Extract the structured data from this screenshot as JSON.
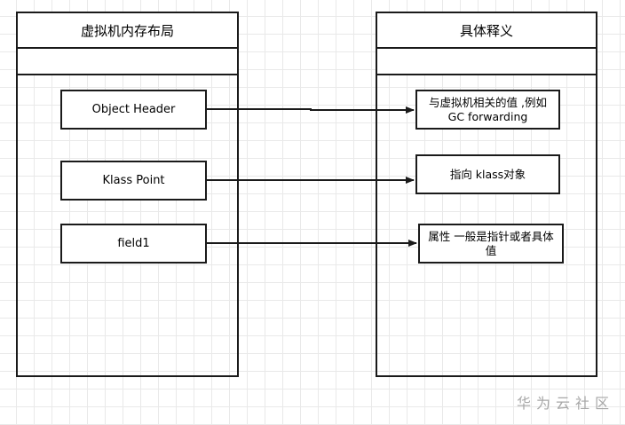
{
  "left_panel": {
    "title": "虚拟机内存布局",
    "items": [
      {
        "label": "Object Header"
      },
      {
        "label": "Klass Point"
      },
      {
        "label": "field1"
      }
    ]
  },
  "right_panel": {
    "title": "具体释义",
    "items": [
      {
        "label": "与虚拟机相关的值 ,例如 GC forwarding"
      },
      {
        "label": "指向 klass对象"
      },
      {
        "label": "属性 一般是指针或者具体值"
      }
    ]
  },
  "watermark": "华为云社区",
  "colors": {
    "stroke": "#1a1a1a",
    "grid": "#e9e9e9",
    "watermark": "#a7a7a7"
  }
}
